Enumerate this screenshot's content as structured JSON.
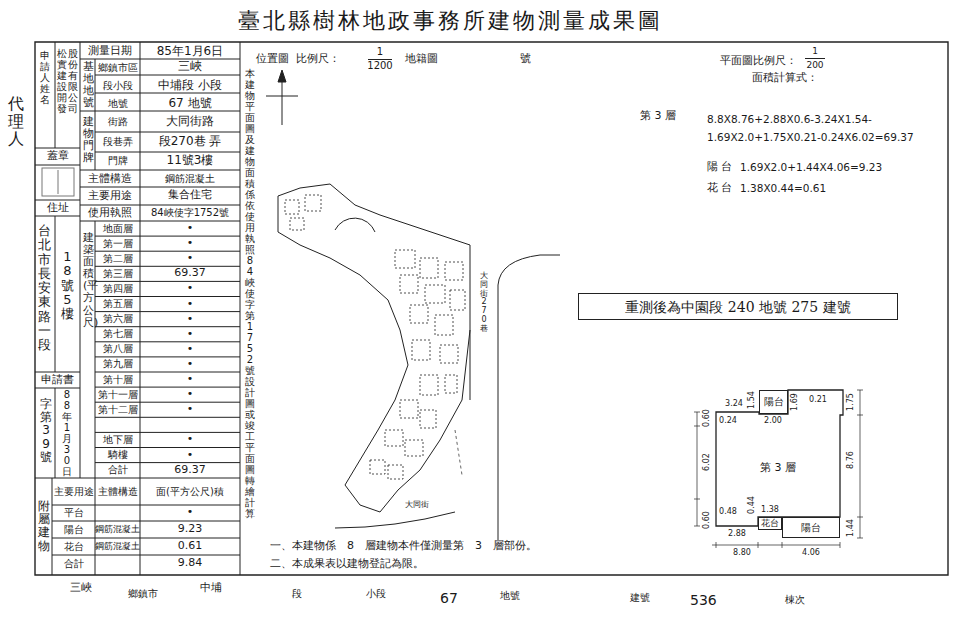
{
  "diagram": {
    "title": "臺北縣樹林地政事務所建物測量成果圖",
    "nodes": [
      {
        "text": [
          "重測後為中園段 240 地號 275 建號"
        ]
      },
      {
        "text": [
          "陽台"
        ]
      },
      {
        "text": [
          "花台"
        ]
      },
      {
        "text": [
          "陽台"
        ]
      }
    ],
    "labels": [
      "代理人",
      "申請人姓名",
      "松實建設開發",
      "股份有限公司",
      "測量日期",
      "85年1月6日",
      "基地地號",
      "鄉鎮市區",
      "三峽",
      "段小段",
      "中埔段 小段",
      "地號",
      "67 地號",
      "建物門牌",
      "街路",
      "大同街路",
      "段巷弄",
      "段270巷 弄",
      "門牌",
      "11號3樓",
      "蓋章",
      "主體構造",
      "鋼筋混凝土",
      "主要用途",
      "集合住宅",
      "住址",
      "使用執照",
      "84峽使字1752號",
      "台北市長安東路一段",
      "18號5樓",
      "建築面積(平方公尺)",
      "地面層",
      "•",
      "第一層",
      "•",
      "第二層",
      "•",
      "第三層",
      "69.37",
      "第四層",
      "•",
      "第五層",
      "•",
      "第六層",
      "•",
      "第七層",
      "•",
      "第八層",
      "•",
      "第九層",
      "•",
      "第十層",
      "•",
      "第十一層",
      "•",
      "第十二層",
      "•",
      "地下層",
      "•",
      "騎樓",
      "•",
      "合計",
      "69.37",
      "申請書",
      "字第39號",
      "88年1月30日",
      "附屬建物",
      "主要用途",
      "主體構造",
      "面(平方公尺)積",
      "平台",
      "•",
      "陽台",
      "鋼筋混凝土",
      "9.23",
      "花台",
      "鋼筋混凝土",
      "0.61",
      "合計",
      "9.84",
      "本建物平面圖及建物面積係依使用執照84峽使字第1752號設計圖或竣工平面圖轉繪計算",
      "位置圖",
      "比例尺：",
      "1",
      "1200",
      "地籍圖",
      "號",
      "大同街270巷",
      "大同街",
      "一、本建物係　8　層建物本件僅測量第　3　層部份。",
      "二、本成果表以建物登記為限。",
      "平面圖比例尺：",
      "1",
      "200",
      "面積計算式：",
      "第 3 層",
      "8.8X8.76+2.88X0.6-3.24X1.54- 1.69X2.0+1.75X0.21-0.24X6.02=69.37",
      "陽 台",
      "1.69X2.0+1.44X4.06=9.23",
      "花 台",
      "1.38X0.44=0.61",
      "3.24",
      "1.54",
      "2.00",
      "1.69",
      "0.21",
      "1.75",
      "0.60",
      "0.24",
      "6.02",
      "第 3 層",
      "8.76",
      "0.60",
      "0.44",
      "0.48",
      "1.38",
      "2.88",
      "1.44",
      "8.80",
      "4.06",
      "三峽",
      "鄉鎮市",
      "中埔",
      "段",
      "小段",
      "67",
      "地號",
      "建號",
      "536",
      "棟次"
    ]
  }
}
